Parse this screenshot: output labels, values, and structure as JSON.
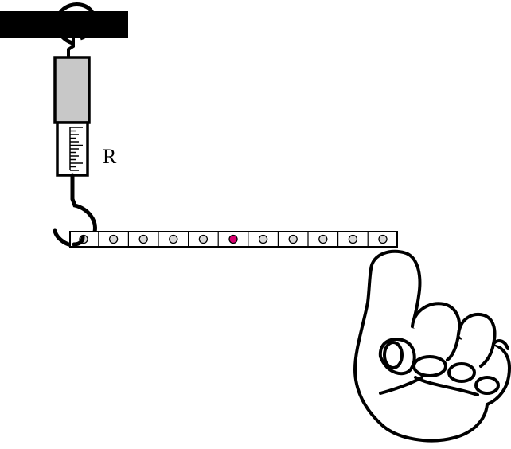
{
  "diagram": {
    "spring_scale_label": "R",
    "ruler_holes": 11,
    "highlighted_hole_index": 5,
    "colors": {
      "ink": "#000000",
      "background": "#ffffff",
      "scale_body": "#c8c8c8",
      "hole_fill": "#d9d9d9",
      "highlight_hole": "#d6006e"
    }
  }
}
